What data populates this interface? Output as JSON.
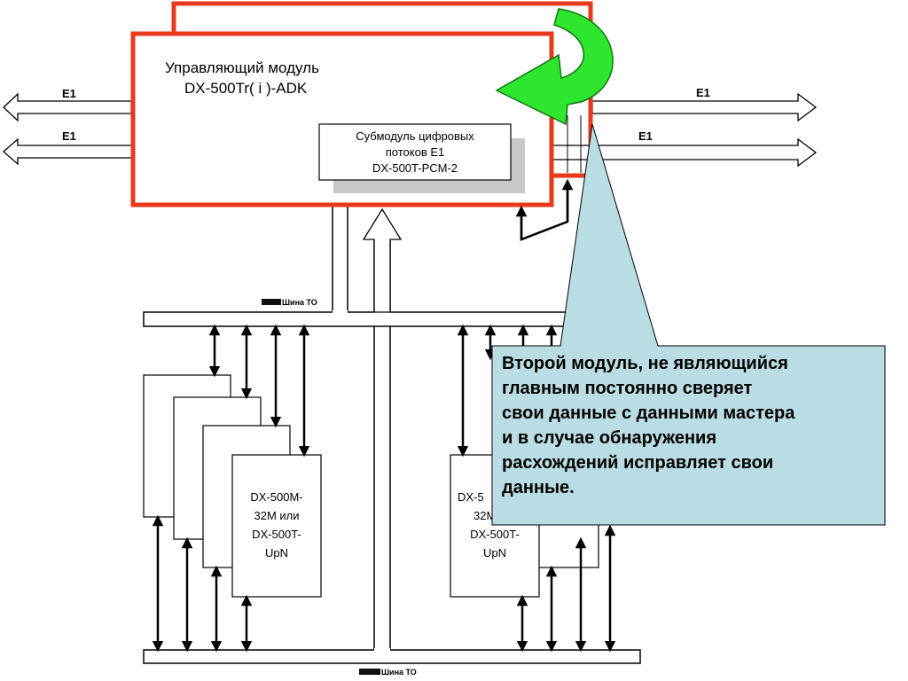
{
  "main_module": {
    "title_line1": "Управляющий модуль",
    "title_line2": "DX-500Tr( i )-ADK"
  },
  "submodule": {
    "line1": "Субмодуль цифровых",
    "line2": "потоков E1",
    "line3": "DX-500T-PCM-2"
  },
  "streams": {
    "left_top": "E1",
    "left_bottom": "E1",
    "right_top": "E1",
    "right_bottom": "E1"
  },
  "buses": {
    "top_label": "Шина ТО",
    "bottom_label": "Шина ТО"
  },
  "left_stack": {
    "line1": "DX-500M-",
    "line2": "32M или",
    "line3": "DX-500T-",
    "line4": "UpN"
  },
  "right_stack": {
    "line1": "DX-5",
    "line2": "32M",
    "line3": "DX-500T-",
    "line4": "UpN"
  },
  "callout": {
    "line1": "Второй модуль, не являющийся",
    "line2": "главным постоянно сверяет",
    "line3": "свои данные с данными мастера",
    "line4": "и в случае обнаружения",
    "line5": "расхождений исправляет свои",
    "line6": "данные."
  },
  "colors": {
    "module_border": "#e8391d",
    "callout_fill": "#b9dde2",
    "rotate_arrow": "#2ee62e",
    "shadow": "#c8c8c8"
  }
}
